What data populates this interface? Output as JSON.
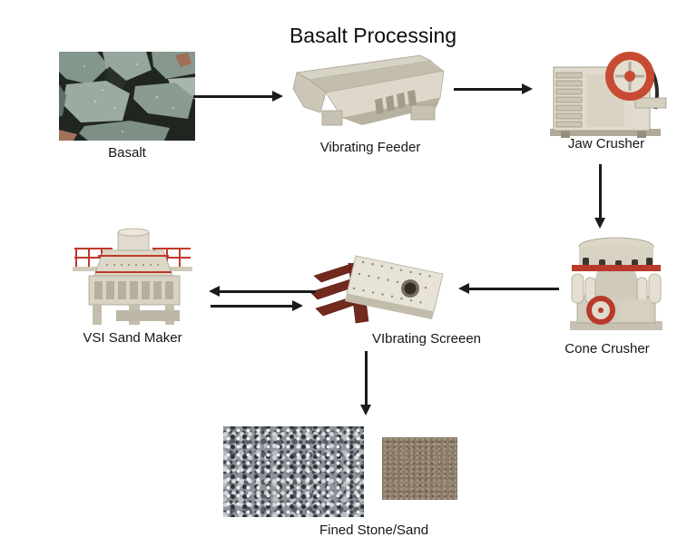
{
  "title": "Basalt Processing",
  "nodes": {
    "basalt": {
      "label": "Basalt"
    },
    "vibrating_feeder": {
      "label": "Vibrating Feeder"
    },
    "jaw_crusher": {
      "label": "Jaw Crusher"
    },
    "cone_crusher": {
      "label": "Cone Crusher"
    },
    "vibrating_screen": {
      "label": "VIbrating Screeen"
    },
    "vsi_sand_maker": {
      "label": "VSI Sand Maker"
    },
    "fined_stone_sand": {
      "label": "Fined Stone/Sand"
    }
  },
  "edges": [
    {
      "from": "basalt",
      "to": "vibrating_feeder",
      "direction": "right"
    },
    {
      "from": "vibrating_feeder",
      "to": "jaw_crusher",
      "direction": "right"
    },
    {
      "from": "jaw_crusher",
      "to": "cone_crusher",
      "direction": "down"
    },
    {
      "from": "cone_crusher",
      "to": "vibrating_screen",
      "direction": "left"
    },
    {
      "from": "vibrating_screen",
      "to": "vsi_sand_maker",
      "direction": "left"
    },
    {
      "from": "vsi_sand_maker",
      "to": "vibrating_screen",
      "direction": "right"
    },
    {
      "from": "vibrating_screen",
      "to": "fined_stone_sand",
      "direction": "down"
    }
  ],
  "colors": {
    "arrow": "#1b1b1b",
    "machine_body": "#ded9ca",
    "accent_red": "#c0392b",
    "screen_frame_red": "#72291e",
    "rock_green": "#8a9c92",
    "gravel_grey": "#8e939a",
    "sand_brown": "#8c7e6c"
  }
}
